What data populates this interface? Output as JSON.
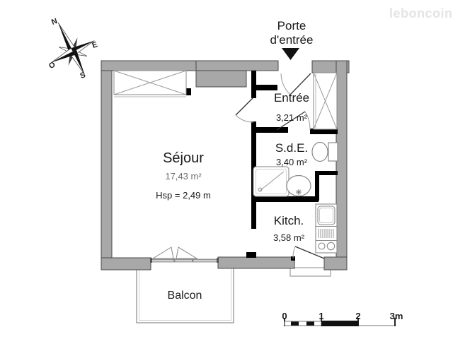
{
  "watermark": {
    "text": "leboncoin"
  },
  "entrance_label": {
    "line1": "Porte",
    "line2": "d'entrée"
  },
  "compass": {
    "n": "N",
    "e": "E",
    "s": "S",
    "o": "O"
  },
  "rooms": {
    "sejour": {
      "name": "Séjour",
      "area": "17,43 m²",
      "ceiling_height": "Hsp = 2,49 m"
    },
    "entree": {
      "name": "Entrée",
      "area": "3,21 m²"
    },
    "sde": {
      "name": "S.d.E.",
      "area": "3,40 m²"
    },
    "kitchen": {
      "name": "Kitch.",
      "area": "3,58 m²"
    },
    "balcon": {
      "name": "Balcon"
    }
  },
  "scale_bar": {
    "t0": "0",
    "t1": "1",
    "t2": "2",
    "t3": "3m"
  },
  "colors": {
    "exterior_wall": "#a8a8a8",
    "wall_outline": "#4a4a4a",
    "interior_wall": "#000000",
    "fixture_outline": "#8a8a8a",
    "text": "#1a1a1a",
    "faded_text": "#6e6e6e",
    "watermark": "#e4e4e4"
  }
}
